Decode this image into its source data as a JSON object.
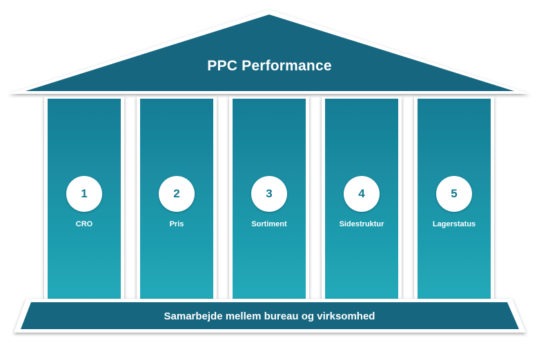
{
  "roof": {
    "title": "PPC Performance"
  },
  "pillars": [
    {
      "number": "1",
      "label": "CRO"
    },
    {
      "number": "2",
      "label": "Pris"
    },
    {
      "number": "3",
      "label": "Sortiment"
    },
    {
      "number": "4",
      "label": "Sidestruktur"
    },
    {
      "number": "5",
      "label": "Lagerstatus"
    }
  ],
  "base": {
    "title": "Samarbejde mellem bureau og virksomhed"
  },
  "colors": {
    "roof": "#14667f",
    "pillar_top": "#167f97",
    "pillar_bottom": "#22a9b8",
    "base": "#14667f",
    "column_frame": "#dcdcdc"
  }
}
